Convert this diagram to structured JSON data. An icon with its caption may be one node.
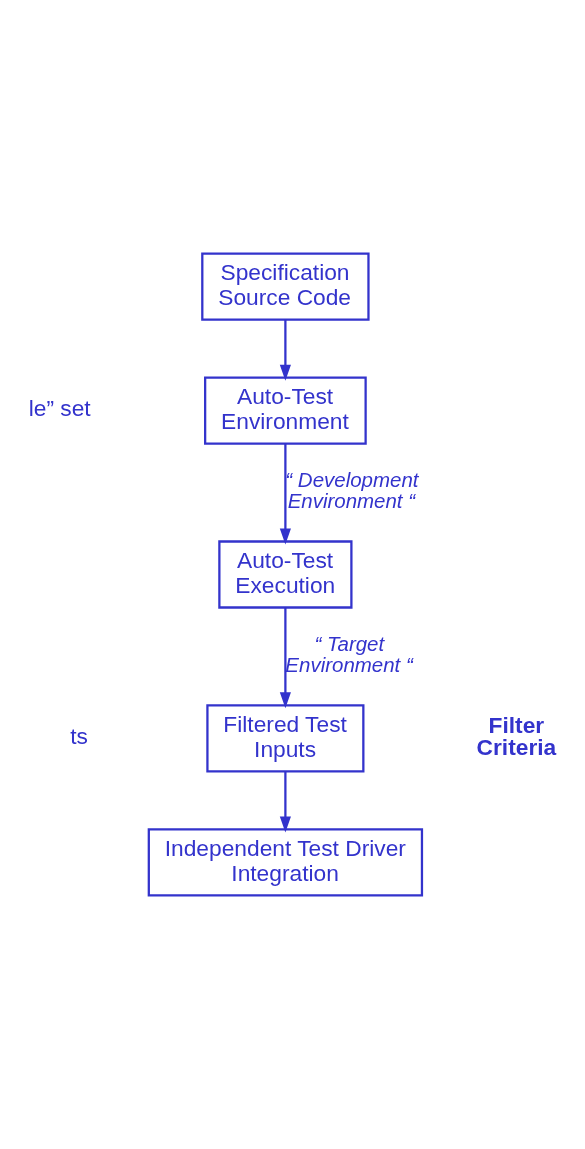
{
  "diagram": {
    "nodes": [
      {
        "text": [
          "Specification Source Code"
        ]
      },
      {
        "text": [
          "Auto-Test Environment"
        ]
      },
      {
        "text": [
          "Auto-Test Execution"
        ]
      },
      {
        "text": [
          "Filtered Test Inputs"
        ]
      },
      {
        "text": [
          "Independent Test Driver Integration"
        ]
      }
    ],
    "edges": [
      {
        "from": 0,
        "to": 1,
        "arrow": "to"
      },
      {
        "from": 1,
        "to": 2,
        "arrow": "to",
        "label": "“ Development Environment “"
      },
      {
        "from": 2,
        "to": 3,
        "arrow": "to",
        "label": "“ Target Environment “"
      },
      {
        "from": 3,
        "to": 4,
        "arrow": "to"
      }
    ],
    "labels": [
      "le” set",
      "Filter Criteria",
      "ts"
    ]
  }
}
